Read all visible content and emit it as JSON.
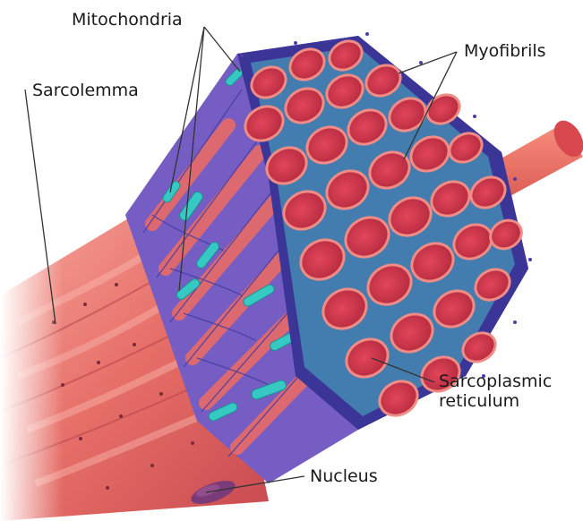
{
  "labels": {
    "mitochondria": "Mitochondria",
    "myofibrils": "Myofibrils",
    "sarcolemma": "Sarcolemma",
    "sarcoplasmic_line1": "Sarcoplasmic",
    "sarcoplasmic_line2": "reticulum",
    "nucleus": "Nucleus"
  },
  "colors": {
    "muscle": "#e9746c",
    "muscle_dark": "#c8404a",
    "fibril_cap": "#d8354a",
    "fibril_rim": "#f08c86",
    "reticulum": "#5b59b8",
    "mitochondria": "#35c7c2",
    "nucleus": "#7b3b78",
    "leader": "#333333"
  }
}
